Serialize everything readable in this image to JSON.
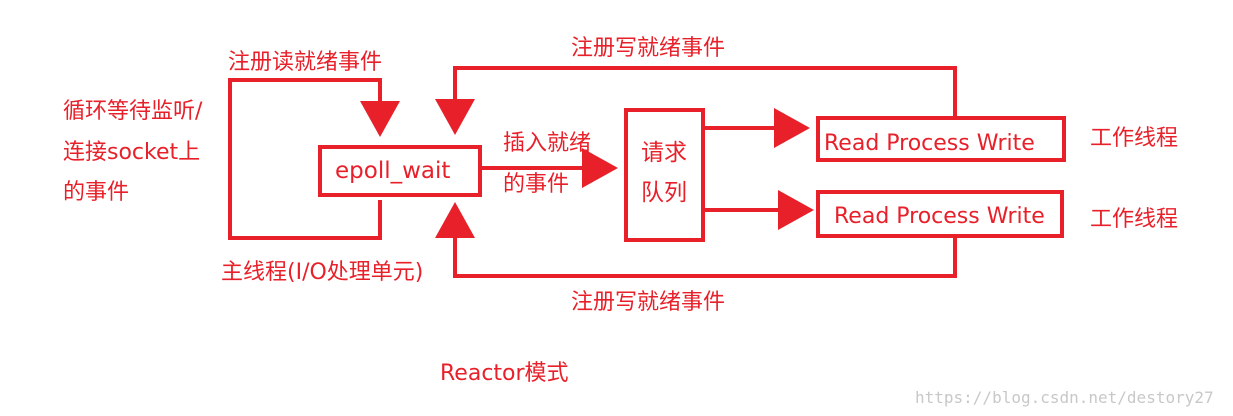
{
  "colors": {
    "accent": "#e8202a",
    "watermark": "#c8c8c8"
  },
  "labels": {
    "register_read": "注册读就绪事件",
    "register_write_top": "注册写就绪事件",
    "register_write_bottom": "注册写就绪事件",
    "loop_listen_line1": "循环等待监听/",
    "loop_listen_line2": "连接socket上",
    "loop_listen_line3": "的事件",
    "insert_ready_line1": "插入就绪",
    "insert_ready_line2": "的事件",
    "main_thread": "主线程(I/O处理单元)",
    "worker_thread_1": "工作线程",
    "worker_thread_2": "工作线程",
    "reactor_mode": "Reactor模式"
  },
  "boxes": {
    "epoll_wait": "epoll_wait",
    "request_queue_line1": "请求",
    "request_queue_line2": "队列",
    "worker_1": "Read Process  Write",
    "worker_2": "Read Process  Write"
  },
  "watermark": "https://blog.csdn.net/destory27"
}
